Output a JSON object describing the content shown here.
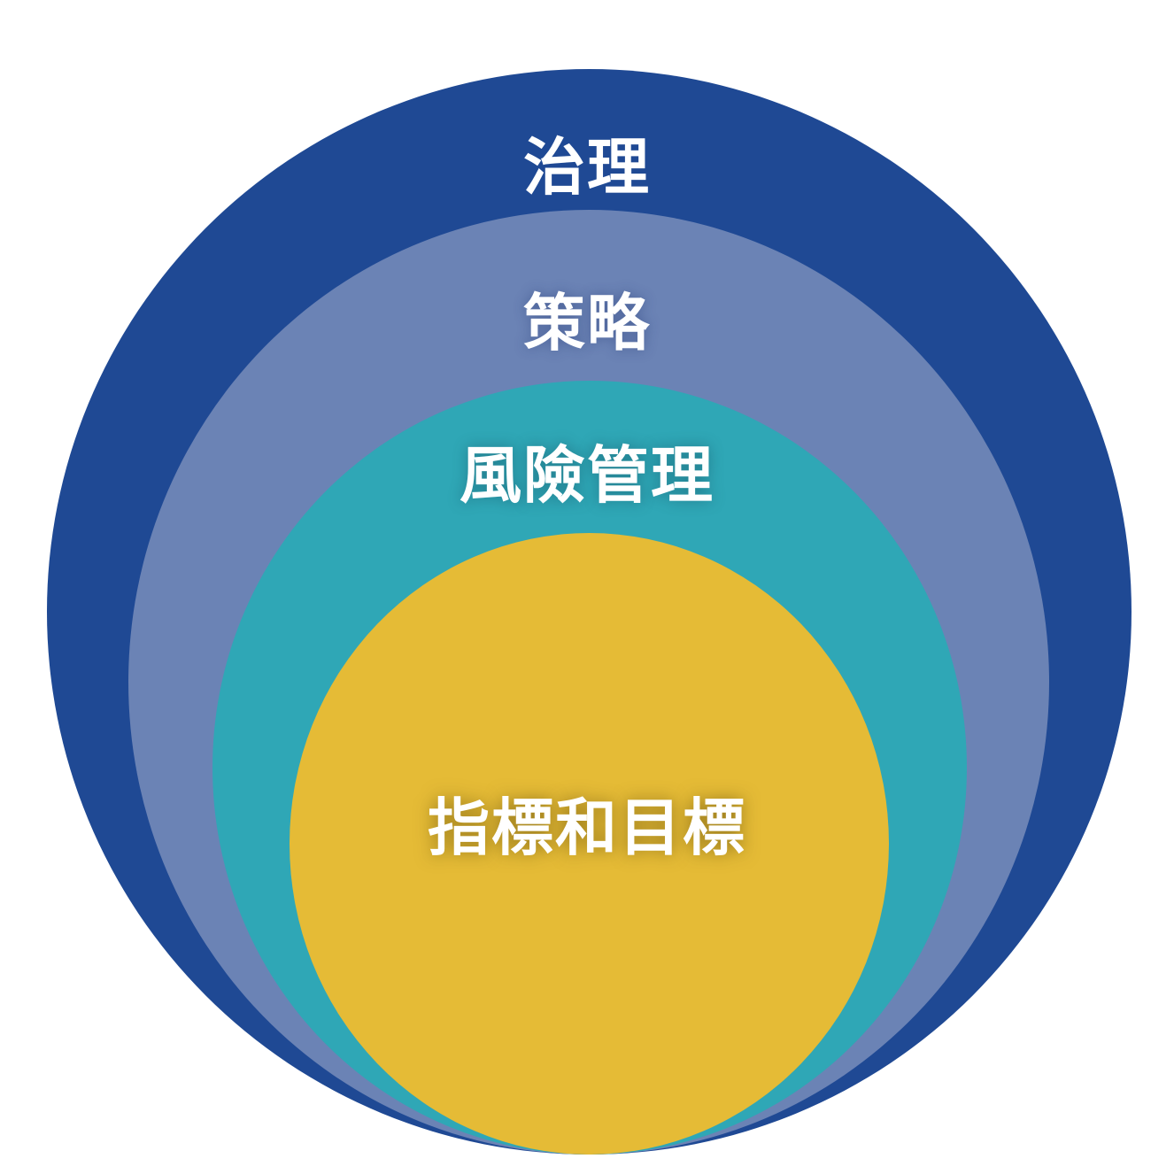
{
  "diagram": {
    "type": "nested-circles",
    "layers": [
      {
        "key": "governance",
        "label": "治理",
        "color": "#1f4994"
      },
      {
        "key": "strategy",
        "label": "策略",
        "color": "#6b83b5"
      },
      {
        "key": "risk",
        "label": "風險管理",
        "color": "#2fa7b6"
      },
      {
        "key": "metrics",
        "label": "指標和目標",
        "color": "#e5bb36"
      }
    ]
  }
}
